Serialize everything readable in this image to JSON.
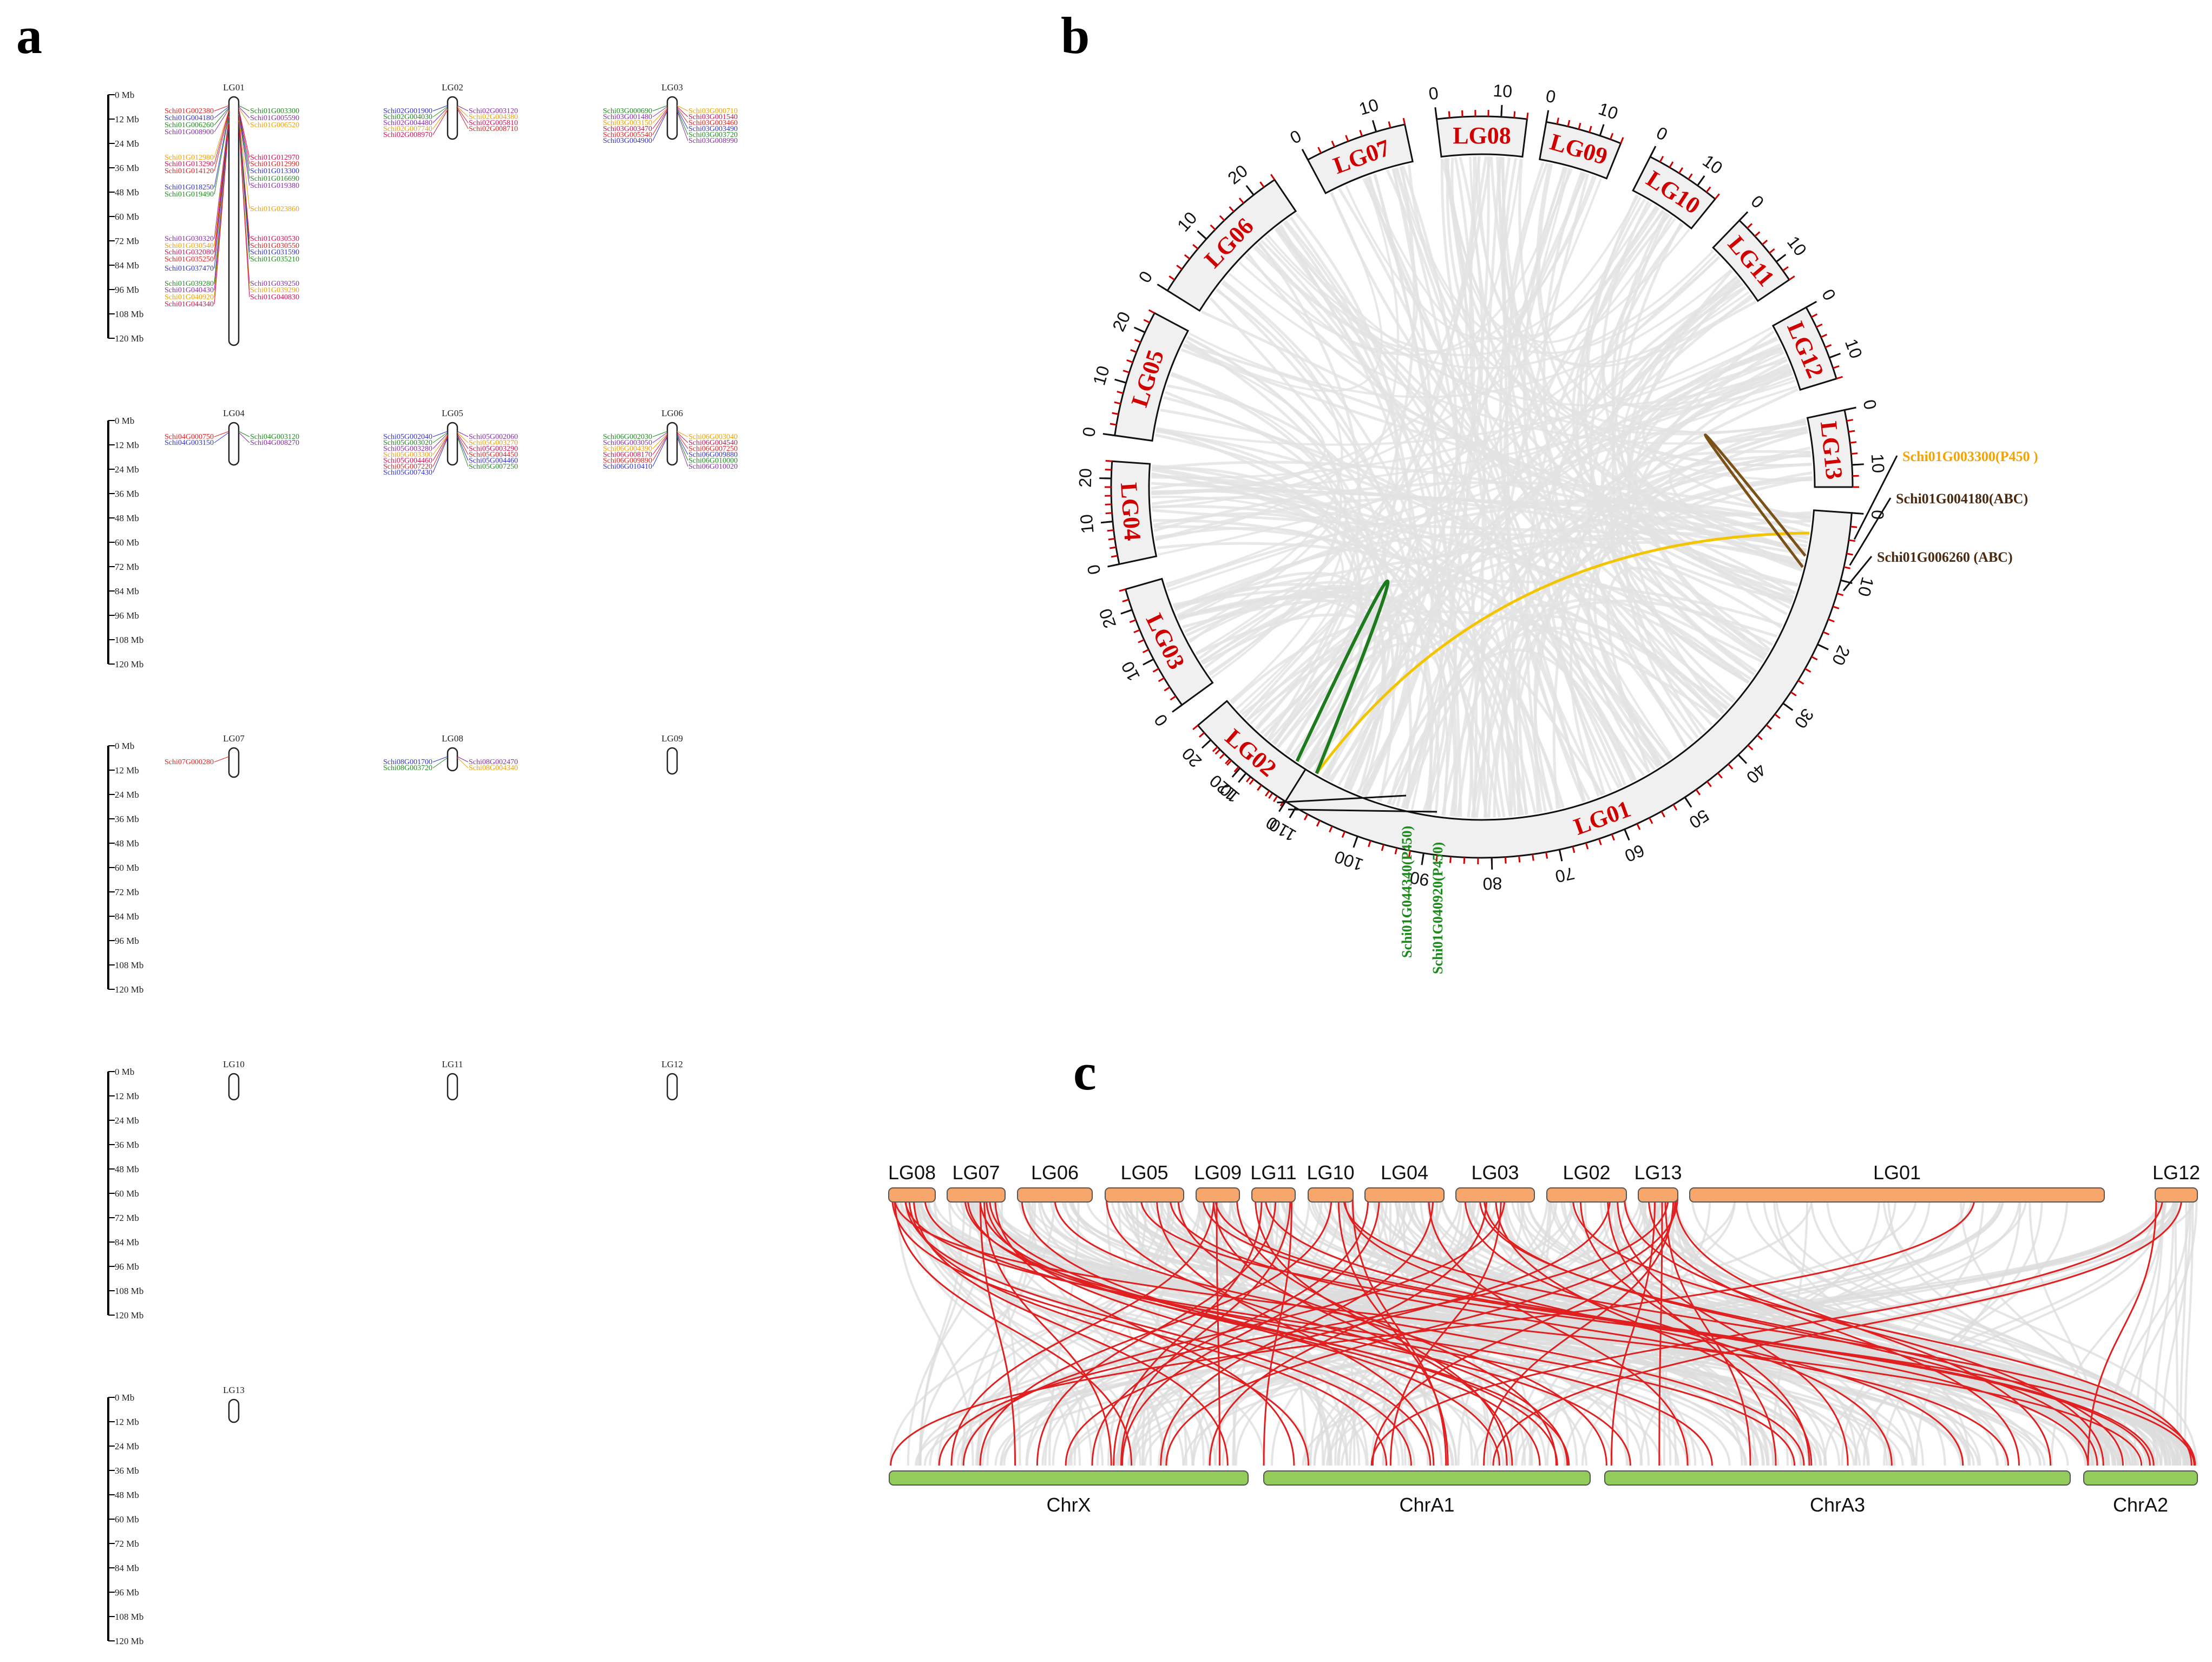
{
  "panels": {
    "a": "a",
    "b": "b",
    "c": "c"
  },
  "panel_a": {
    "axis_ticks": [
      "0 Mb",
      "12 Mb",
      "24 Mb",
      "36 Mb",
      "48 Mb",
      "60 Mb",
      "72 Mb",
      "84 Mb",
      "96 Mb",
      "108 Mb",
      "120 Mb"
    ],
    "rows": [
      {
        "chroms": [
          "LG01",
          "LG02",
          "LG03"
        ]
      },
      {
        "chroms": [
          "LG04",
          "LG05",
          "LG06"
        ]
      },
      {
        "chroms": [
          "LG07",
          "LG08",
          "LG09"
        ]
      },
      {
        "chroms": [
          "LG10",
          "LG11",
          "LG12"
        ]
      },
      {
        "chroms": [
          "LG13"
        ]
      }
    ],
    "genes": {
      "LG01": {
        "left": [
          "Schi01G002380",
          "Schi01G004180",
          "Schi01G006260",
          "Schi01G008900",
          "Schi01G012980",
          "Schi01G013290",
          "Schi01G014120",
          "Schi01G018250",
          "Schi01G019490",
          "Schi01G030320",
          "Schi01G030540",
          "Schi01G032080",
          "Schi01G035250",
          "Schi01G037470",
          "Schi01G039280",
          "Schi01G040430",
          "Schi01G040920",
          "Schi01G044340"
        ],
        "right": [
          "Schi01G003300",
          "Schi01G005590",
          "Schi01G006520",
          "Schi01G012970",
          "Schi01G012990",
          "Schi01G013300",
          "Schi01G016690",
          "Schi01G019380",
          "Schi01G023860",
          "Schi01G030530",
          "Schi01G030550",
          "Schi01G031590",
          "Schi01G035210",
          "Schi01G039250",
          "Schi01G039290",
          "Schi01G040830"
        ]
      },
      "LG02": {
        "left": [
          "Schi02G001900",
          "Schi02G004030",
          "Schi02G004480",
          "Schi02G007740",
          "Schi02G008970"
        ],
        "right": [
          "Schi02G003120",
          "Schi02G004380",
          "Schi02G005810",
          "Schi02G008710"
        ]
      },
      "LG03": {
        "left": [
          "Schi03G000690",
          "Schi03G001480",
          "Schi03G003150",
          "Schi03G003470",
          "Schi03G005540",
          "Schi03G004900"
        ],
        "right": [
          "Schi03G000710",
          "Schi03G001540",
          "Schi03G003460",
          "Schi03G003490",
          "Schi03G003720",
          "Schi03G008990"
        ]
      },
      "LG04": {
        "left": [
          "Schi04G000750",
          "Schi04G003150"
        ],
        "right": [
          "Schi04G003120",
          "Schi04G008270"
        ]
      },
      "LG05": {
        "left": [
          "Schi05G002040",
          "Schi05G003020",
          "Schi05G003280",
          "Schi05G003300",
          "Schi05G004460",
          "Schi05G007220",
          "Schi05G007430"
        ],
        "right": [
          "Schi05G002060",
          "Schi05G003270",
          "Schi05G003290",
          "Schi05G004450",
          "Schi05G004460",
          "Schi05G007250"
        ]
      },
      "LG06": {
        "left": [
          "Schi06G002030",
          "Schi06G003050",
          "Schi06G004390",
          "Schi06G008170",
          "Schi06G009890",
          "Schi06G010410"
        ],
        "right": [
          "Schi06G003040",
          "Schi06G004540",
          "Schi06G007250",
          "Schi06G009880",
          "Schi06G010000",
          "Schi06G010020"
        ]
      },
      "LG07": {
        "left": [
          "Schi07G000280"
        ],
        "right": []
      },
      "LG08": {
        "left": [
          "Schi08G001700",
          "Schi08G003720"
        ],
        "right": [
          "Schi08G002470",
          "Schi08G004340"
        ]
      }
    }
  },
  "panel_b": {
    "chromosomes": [
      "LG01",
      "LG02",
      "LG03",
      "LG04",
      "LG05",
      "LG06",
      "LG07",
      "LG08",
      "LG09",
      "LG10",
      "LG11",
      "LG12",
      "LG13"
    ],
    "scale_labels": {
      "LG01": [
        "0",
        "10",
        "20",
        "30",
        "40",
        "50",
        "60",
        "70",
        "80",
        "90",
        "100",
        "110",
        "120"
      ],
      "LG02": [
        "0",
        "10",
        "20"
      ],
      "LG03": [
        "0",
        "10",
        "20"
      ],
      "LG04": [
        "0",
        "10",
        "20"
      ],
      "LG05": [
        "0",
        "10",
        "20"
      ],
      "LG06": [
        "0",
        "10",
        "20"
      ],
      "LG07": [
        "0",
        "10"
      ],
      "LG08": [
        "0",
        "10"
      ],
      "LG09": [
        "0",
        "10"
      ],
      "LG10": [
        "0",
        "10"
      ],
      "LG11": [
        "0",
        "10"
      ],
      "LG12": [
        "0",
        "10"
      ],
      "LG13": [
        "0",
        "10"
      ]
    },
    "highlight_genes": [
      {
        "label": "Schi01G003300(P450 )",
        "color": "#f5a300"
      },
      {
        "label": "Schi01G004180(ABC)",
        "color": "#4a2a10"
      },
      {
        "label": "Schi01G006260 (ABC)",
        "color": "#4a2a10"
      },
      {
        "label": "Schi01G044340(P450)",
        "color": "#1a8a1a"
      },
      {
        "label": "Schi01G040920(P450)",
        "color": "#1a8a1a"
      }
    ],
    "link_colors": {
      "yellow": "#f2c500",
      "brown": "#7a5218",
      "green": "#1d7a1d",
      "grey": "#e2e2e2"
    }
  },
  "panel_c": {
    "top": [
      "LG08",
      "LG07",
      "LG06",
      "LG05",
      "LG09",
      "LG11",
      "LG10",
      "LG04",
      "LG03",
      "LG02",
      "LG13",
      "LG01",
      "LG12"
    ],
    "bottom": [
      "ChrX",
      "ChrA1",
      "ChrA3",
      "ChrA2"
    ],
    "colors": {
      "top_bar": "#f6a66a",
      "bottom_bar": "#93cc5a",
      "grey_link": "#dcdcdc",
      "red_link": "#e02020"
    }
  }
}
